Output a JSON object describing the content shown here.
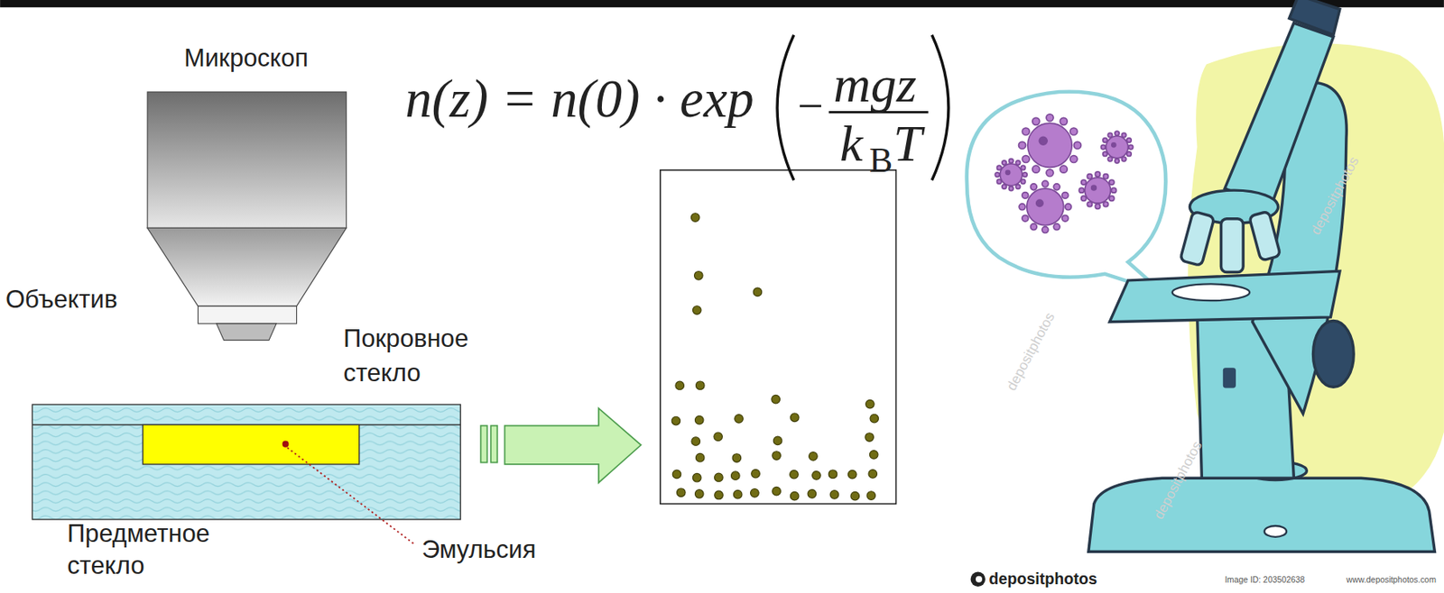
{
  "diagram": {
    "labels": [
      "Микроскоп",
      "Объектив",
      "Покровное стекло",
      "Предметное стекло",
      "Эмульсия",
      "n(z) = n(0) · exp",
      "−",
      "mgz",
      "k",
      "B",
      "T",
      "depositphotos",
      "Image ID: 203502638",
      "www.depositphotos.com",
      "depositphotos",
      "depositphotos",
      "depositphotos"
    ]
  }
}
